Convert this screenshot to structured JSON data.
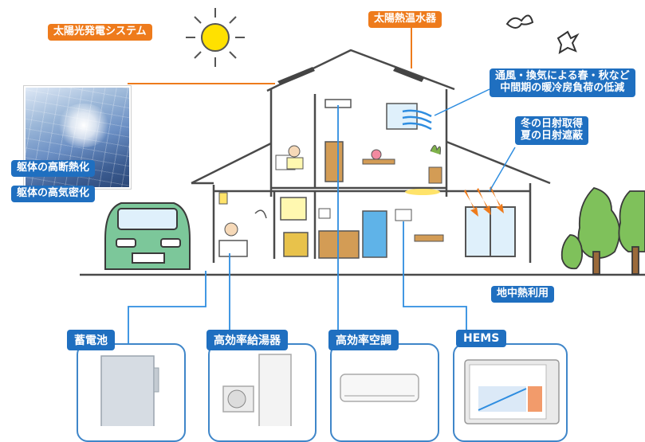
{
  "labels": {
    "solar_pv": "太陽光発電システム",
    "solar_water": "太陽熱温水器",
    "ventilation_line1": "通風・換気による春・秋など",
    "ventilation_line2": "中間期の暖冷房負荷の低減",
    "sunlight_line1": "冬の日射取得",
    "sunlight_line2": "夏の日射遮蔽",
    "insulation": "躯体の高断熱化",
    "airtight": "躯体の高気密化",
    "geothermal": "地中熱利用"
  },
  "equipment": [
    {
      "label": "蓄電池",
      "icon": "storage-battery-icon"
    },
    {
      "label": "高効率給湯器",
      "icon": "water-heater-icon"
    },
    {
      "label": "高効率空調",
      "icon": "air-conditioner-icon"
    },
    {
      "label": "HEMS",
      "icon": "hems-monitor-icon"
    }
  ],
  "colors": {
    "orange_label": "#ee7b1c",
    "blue_label": "#1f6fc0",
    "house_line": "#4a4a4a",
    "car": "#7cc79a",
    "tree": "#7fc15b"
  }
}
